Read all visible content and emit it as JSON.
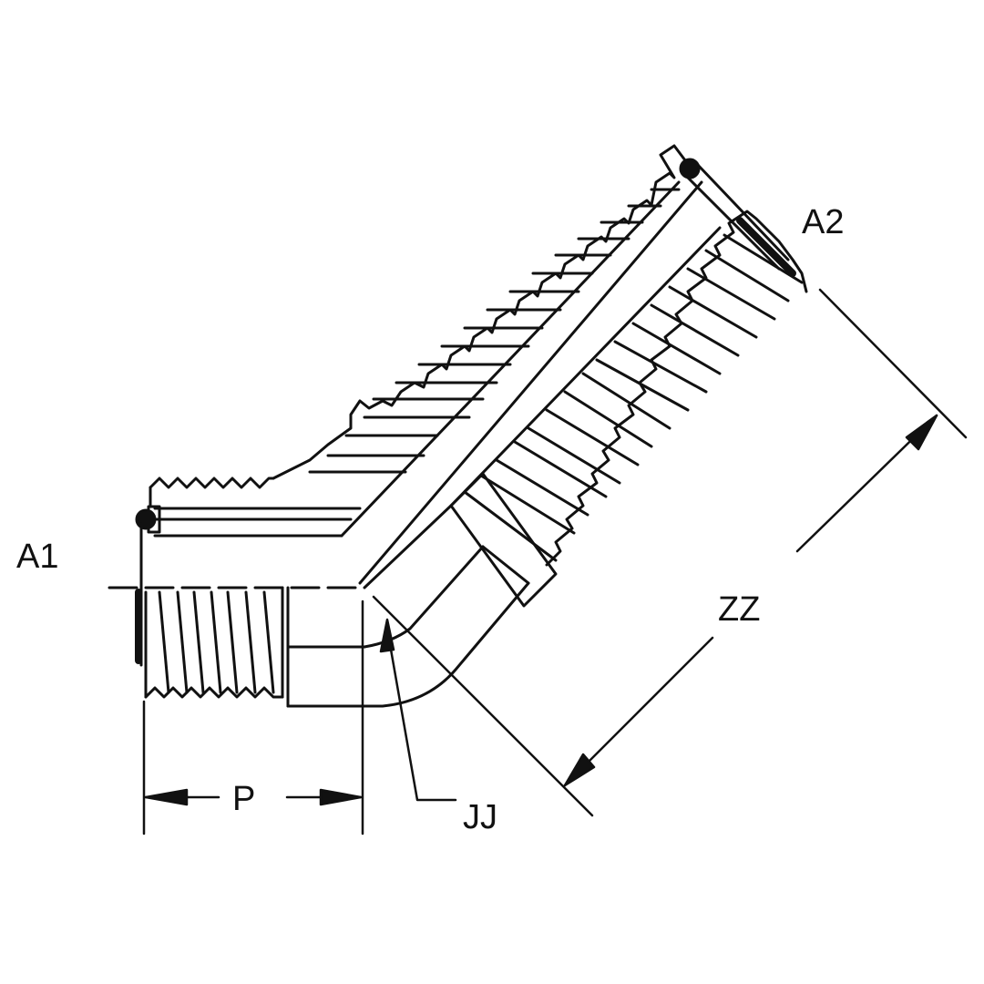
{
  "diagram": {
    "subject": "45 degree hydraulic fitting (male pipe thread x O-ring boss) technical drawing",
    "colors": {
      "line": "#111111",
      "background": "#ffffff"
    },
    "labels": {
      "a1": "A1",
      "a2": "A2",
      "p": "P",
      "jj": "JJ",
      "zz": "ZZ"
    }
  }
}
